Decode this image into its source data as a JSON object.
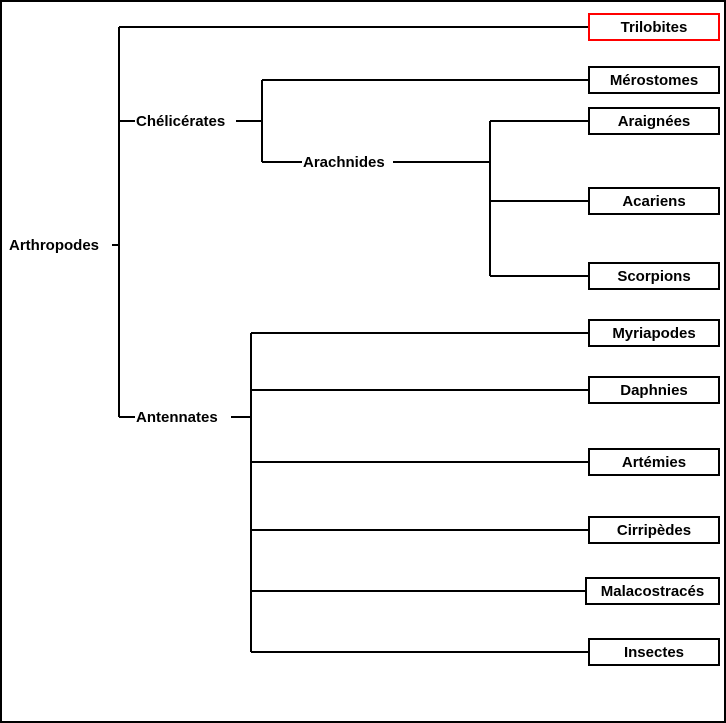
{
  "diagram": {
    "kind": "cladogram",
    "root_label": "Arthropodes",
    "language": "fr",
    "frame_color": "#000000",
    "line_color": "#000000",
    "box_border_color": "#000000",
    "highlight_color": "#ff0000",
    "background_color": "#ffffff"
  },
  "internal_nodes": [
    {
      "id": "root",
      "label": "Arthropodes"
    },
    {
      "id": "chelicerates",
      "label": "Chélicérates"
    },
    {
      "id": "arachnides",
      "label": "Arachnides"
    },
    {
      "id": "antennates",
      "label": "Antennates"
    }
  ],
  "taxa": [
    {
      "id": "trilobites",
      "label": "Trilobites",
      "highlighted": true
    },
    {
      "id": "merostomes",
      "label": "Mérostomes",
      "highlighted": false
    },
    {
      "id": "araignees",
      "label": "Araignées",
      "highlighted": false
    },
    {
      "id": "acariens",
      "label": "Acariens",
      "highlighted": false
    },
    {
      "id": "scorpions",
      "label": "Scorpions",
      "highlighted": false
    },
    {
      "id": "myriapodes",
      "label": "Myriapodes",
      "highlighted": false
    },
    {
      "id": "daphnies",
      "label": "Daphnies",
      "highlighted": false
    },
    {
      "id": "artemies",
      "label": "Artémies",
      "highlighted": false
    },
    {
      "id": "cirripedes",
      "label": "Cirripèdes",
      "highlighted": false
    },
    {
      "id": "malacostraces",
      "label": "Malacostracés",
      "highlighted": false
    },
    {
      "id": "insectes",
      "label": "Insectes",
      "highlighted": false
    }
  ],
  "labels": {
    "root": "Arthropodes",
    "chelicerates": "Chélicérates",
    "arachnides": "Arachnides",
    "antennates": "Antennates",
    "trilobites": "Trilobites",
    "merostomes": "Mérostomes",
    "araignees": "Araignées",
    "acariens": "Acariens",
    "scorpions": "Scorpions",
    "myriapodes": "Myriapodes",
    "daphnies": "Daphnies",
    "artemies": "Artémies",
    "cirripedes": "Cirripèdes",
    "malacostraces": "Malacostracés",
    "insectes": "Insectes"
  }
}
